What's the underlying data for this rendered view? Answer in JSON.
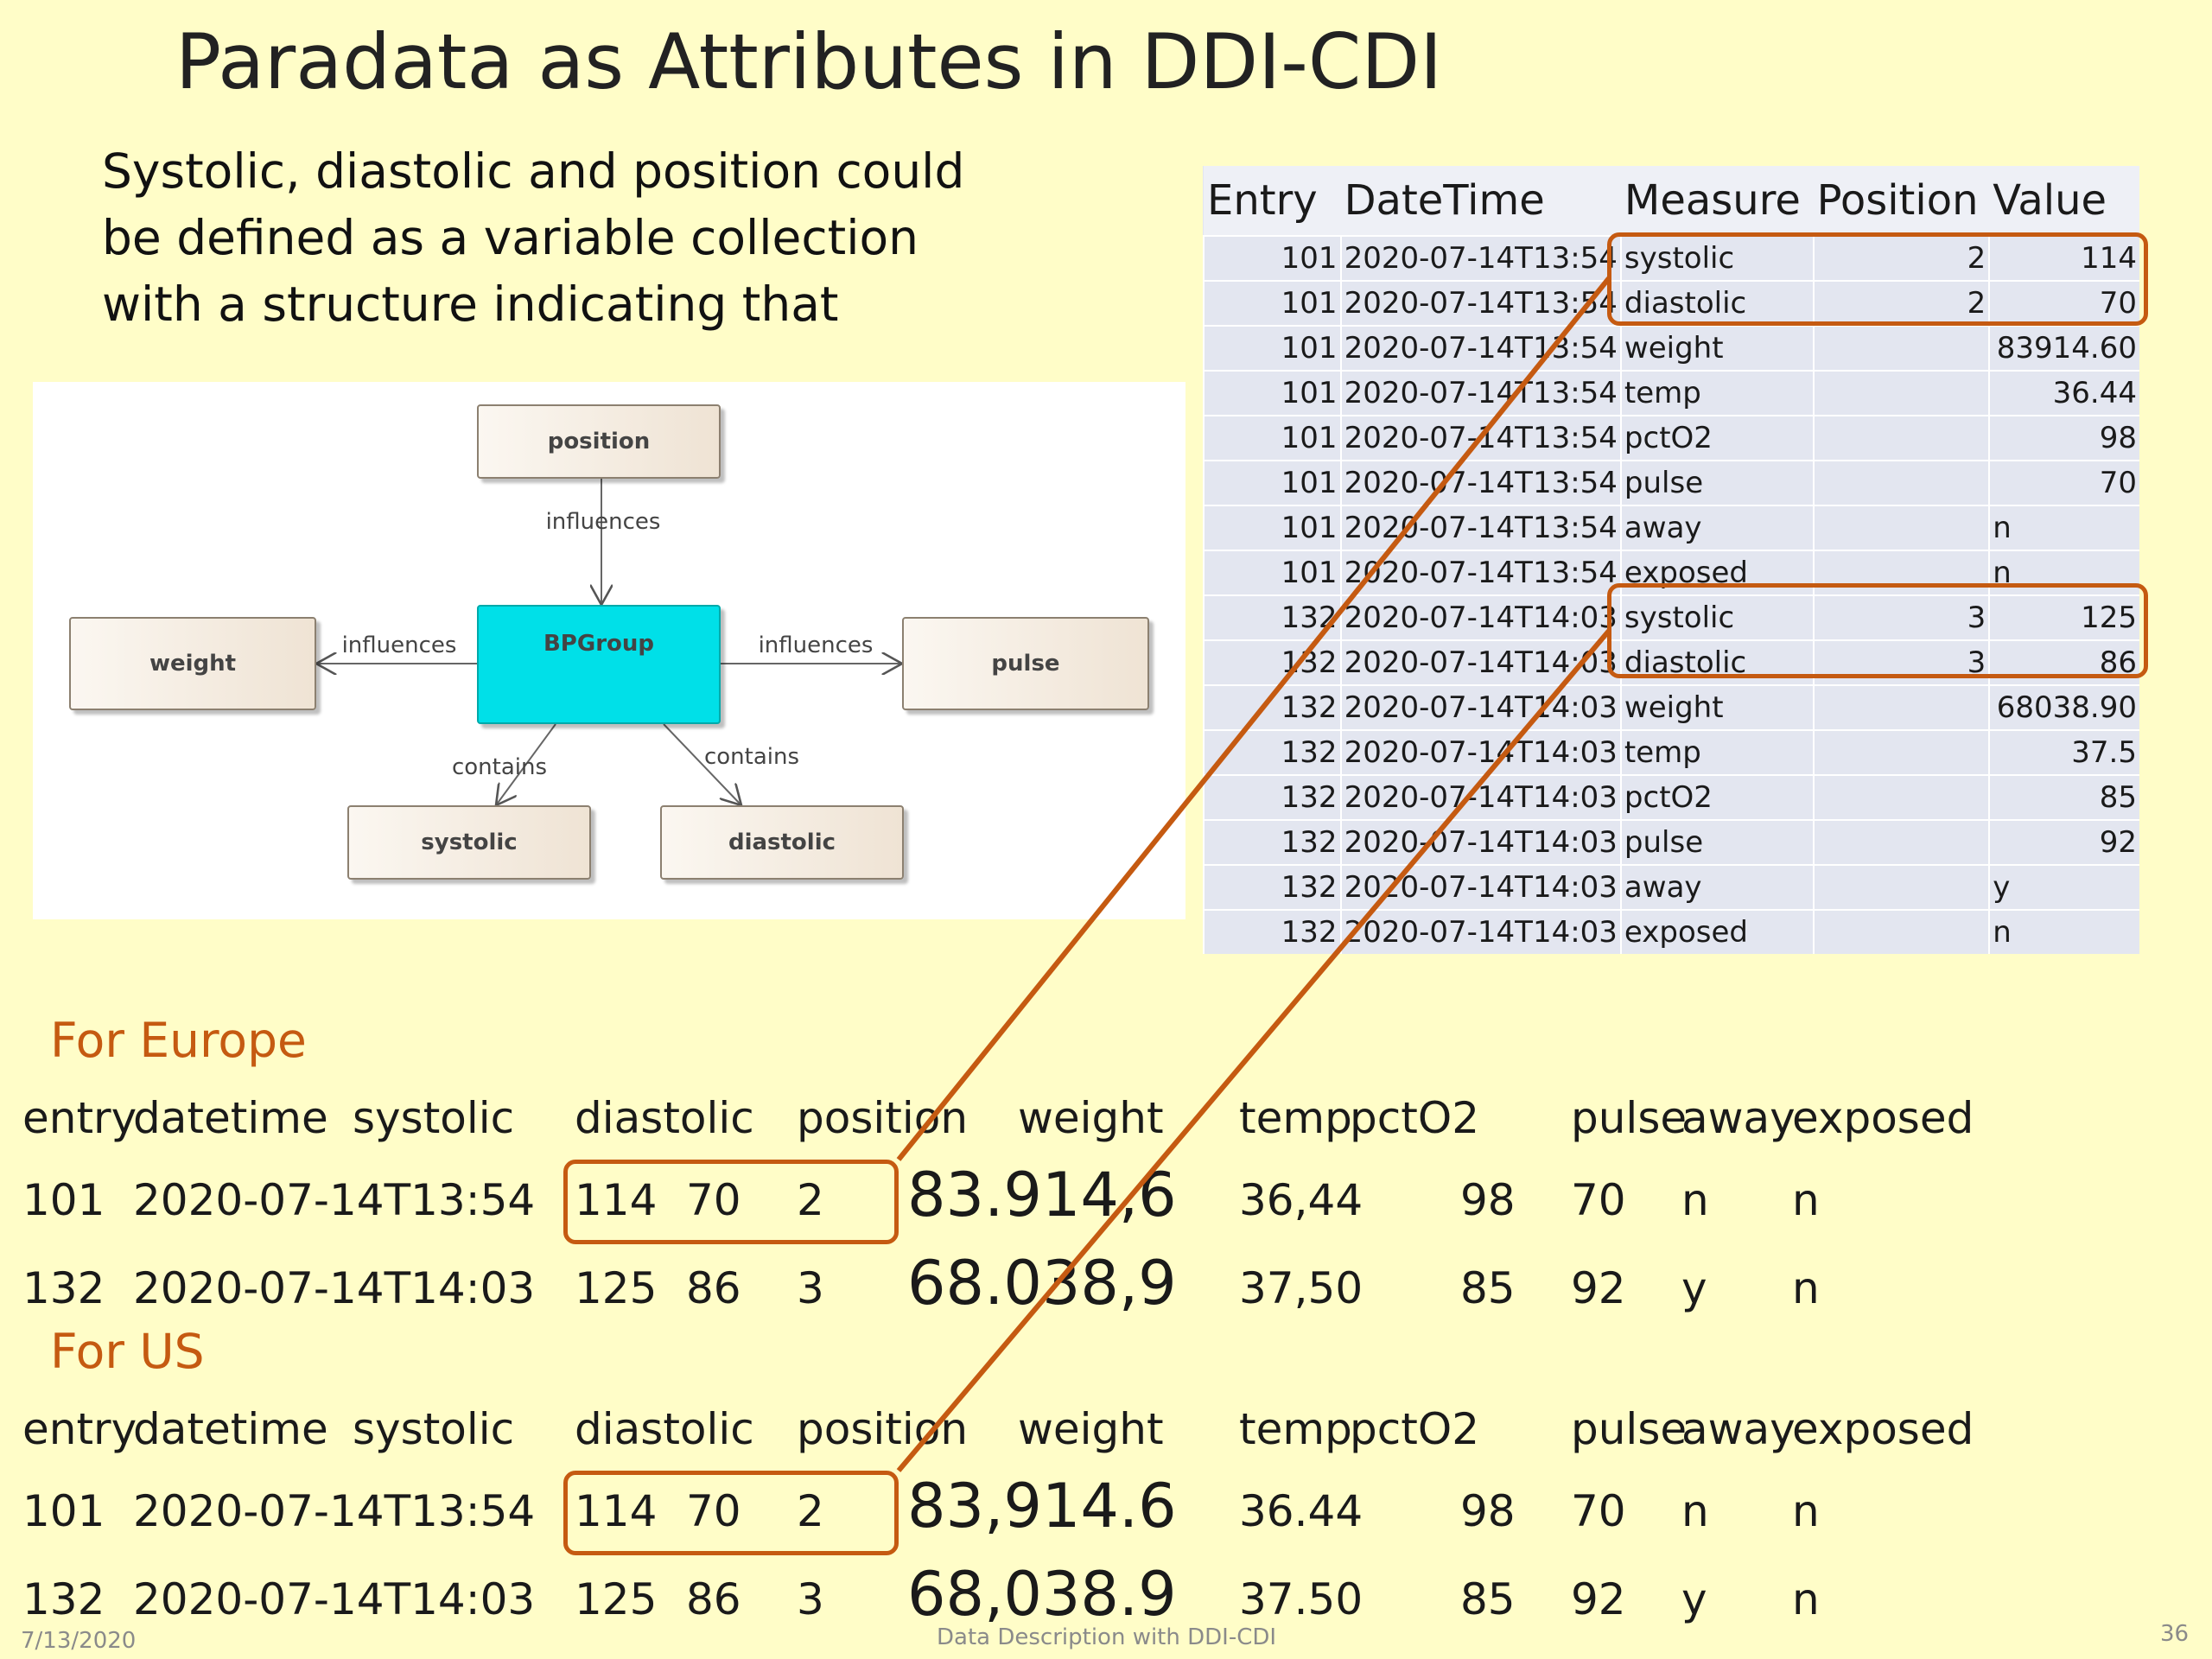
{
  "slide": {
    "title": "Paradata as Attributes in DDI-CDI",
    "intro_lines": [
      "Systolic, diastolic and position could",
      "be defined as a variable collection",
      "with a structure indicating that"
    ],
    "footer_date": "7/13/2020",
    "footer_center": "Data Description with DDI-CDI",
    "page_number": "36",
    "accent_color": "#c55a11"
  },
  "diagram": {
    "nodes": {
      "position": "position",
      "bpgroup": "BPGroup",
      "weight": "weight",
      "pulse": "pulse",
      "systolic": "systolic",
      "diastolic": "diastolic"
    },
    "edges": {
      "position_influences": "influences",
      "weight_influences": "influences",
      "pulse_influences": "influences",
      "contains_systolic": "contains",
      "contains_diastolic": "contains"
    }
  },
  "long_table": {
    "headers": [
      "Entry",
      "DateTime",
      "Measure",
      "Position",
      "Value"
    ],
    "rows": [
      [
        "101",
        "2020-07-14T13:54",
        "systolic",
        "2",
        "114"
      ],
      [
        "101",
        "2020-07-14T13:54",
        "diastolic",
        "2",
        "70"
      ],
      [
        "101",
        "2020-07-14T13:54",
        "weight",
        "",
        "83914.60"
      ],
      [
        "101",
        "2020-07-14T13:54",
        "temp",
        "",
        "36.44"
      ],
      [
        "101",
        "2020-07-14T13:54",
        "pctO2",
        "",
        "98"
      ],
      [
        "101",
        "2020-07-14T13:54",
        "pulse",
        "",
        "70"
      ],
      [
        "101",
        "2020-07-14T13:54",
        "away",
        "",
        "n"
      ],
      [
        "101",
        "2020-07-14T13:54",
        "exposed",
        "",
        "n"
      ],
      [
        "132",
        "2020-07-14T14:03",
        "systolic",
        "3",
        "125"
      ],
      [
        "132",
        "2020-07-14T14:03",
        "diastolic",
        "3",
        "86"
      ],
      [
        "132",
        "2020-07-14T14:03",
        "weight",
        "",
        "68038.90"
      ],
      [
        "132",
        "2020-07-14T14:03",
        "temp",
        "",
        "37.5"
      ],
      [
        "132",
        "2020-07-14T14:03",
        "pctO2",
        "",
        "85"
      ],
      [
        "132",
        "2020-07-14T14:03",
        "pulse",
        "",
        "92"
      ],
      [
        "132",
        "2020-07-14T14:03",
        "away",
        "",
        "y"
      ],
      [
        "132",
        "2020-07-14T14:03",
        "exposed",
        "",
        "n"
      ]
    ]
  },
  "wide_headers": {
    "entry": "entry",
    "datetime": "datetime",
    "systolic": "systolic",
    "diastolic": "diastolic",
    "position": "position",
    "weight": "weight",
    "temp": "temp",
    "pctO2": "pctO2",
    "pulse": "pulse",
    "away": "away",
    "exposed": "exposed"
  },
  "europe": {
    "label": "For Europe",
    "rows": [
      {
        "entry": "101",
        "datetime": "2020-07-14T13:54",
        "systolic": "114",
        "diastolic": "70",
        "position": "2",
        "weight": "83.914,6",
        "temp": "36,44",
        "pctO2": "98",
        "pulse": "70",
        "away": "n",
        "exposed": "n"
      },
      {
        "entry": "132",
        "datetime": "2020-07-14T14:03",
        "systolic": "125",
        "diastolic": "86",
        "position": "3",
        "weight": "68.038,9",
        "temp": "37,50",
        "pctO2": "85",
        "pulse": "92",
        "away": "y",
        "exposed": "n"
      }
    ]
  },
  "us": {
    "label": "For US",
    "rows": [
      {
        "entry": "101",
        "datetime": "2020-07-14T13:54",
        "systolic": "114",
        "diastolic": "70",
        "position": "2",
        "weight": "83,914.6",
        "temp": "36.44",
        "pctO2": "98",
        "pulse": "70",
        "away": "n",
        "exposed": "n"
      },
      {
        "entry": "132",
        "datetime": "2020-07-14T14:03",
        "systolic": "125",
        "diastolic": "86",
        "position": "3",
        "weight": "68,038.9",
        "temp": "37.50",
        "pctO2": "85",
        "pulse": "92",
        "away": "y",
        "exposed": "n"
      }
    ]
  }
}
